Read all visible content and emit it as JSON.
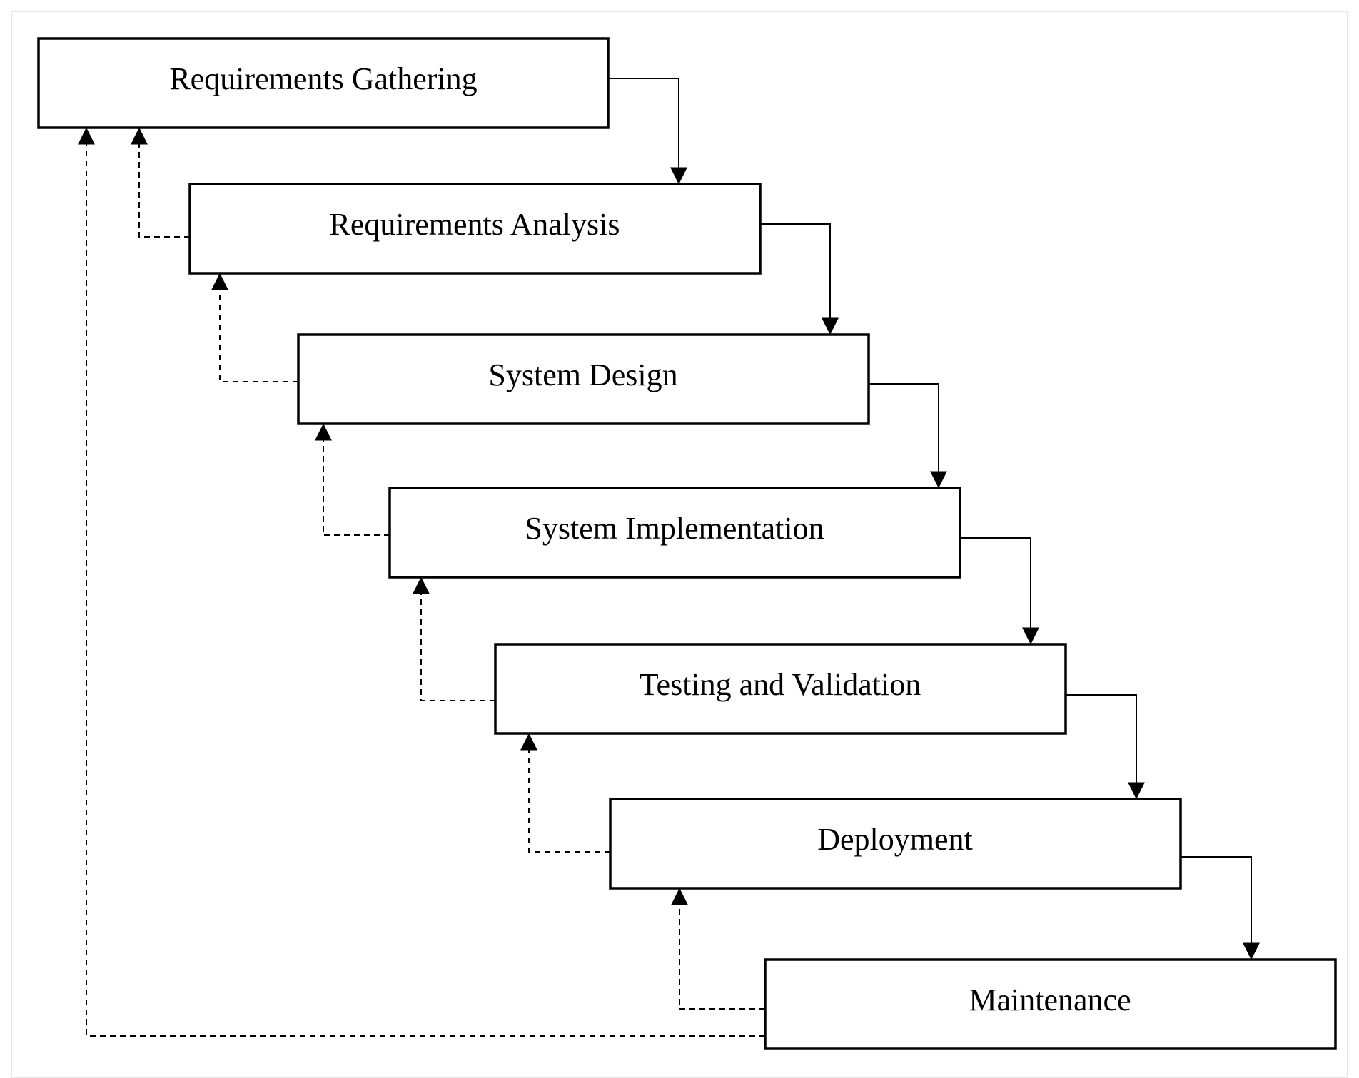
{
  "diagram": {
    "type": "waterfall",
    "stages": [
      {
        "id": "requirements-gathering",
        "label": "Requirements Gathering"
      },
      {
        "id": "requirements-analysis",
        "label": "Requirements Analysis"
      },
      {
        "id": "system-design",
        "label": "System Design"
      },
      {
        "id": "system-implementation",
        "label": "System Implementation"
      },
      {
        "id": "testing-and-validation",
        "label": "Testing and Validation"
      },
      {
        "id": "deployment",
        "label": "Deployment"
      },
      {
        "id": "maintenance",
        "label": "Maintenance"
      }
    ],
    "forward_edges": [
      {
        "from": "requirements-gathering",
        "to": "requirements-analysis"
      },
      {
        "from": "requirements-analysis",
        "to": "system-design"
      },
      {
        "from": "system-design",
        "to": "system-implementation"
      },
      {
        "from": "system-implementation",
        "to": "testing-and-validation"
      },
      {
        "from": "testing-and-validation",
        "to": "deployment"
      },
      {
        "from": "deployment",
        "to": "maintenance"
      }
    ],
    "feedback_edges": [
      {
        "from": "requirements-analysis",
        "to": "requirements-gathering",
        "style": "dashed"
      },
      {
        "from": "system-design",
        "to": "requirements-analysis",
        "style": "dashed"
      },
      {
        "from": "system-implementation",
        "to": "system-design",
        "style": "dashed"
      },
      {
        "from": "testing-and-validation",
        "to": "system-implementation",
        "style": "dashed"
      },
      {
        "from": "deployment",
        "to": "testing-and-validation",
        "style": "dashed"
      },
      {
        "from": "maintenance",
        "to": "deployment",
        "style": "dashed"
      },
      {
        "from": "maintenance",
        "to": "requirements-gathering",
        "style": "dashed"
      }
    ],
    "colors": {
      "stroke": "#000000",
      "box_fill": "#ffffff",
      "frame": "#e6e6e6",
      "background": "#ffffff"
    }
  }
}
